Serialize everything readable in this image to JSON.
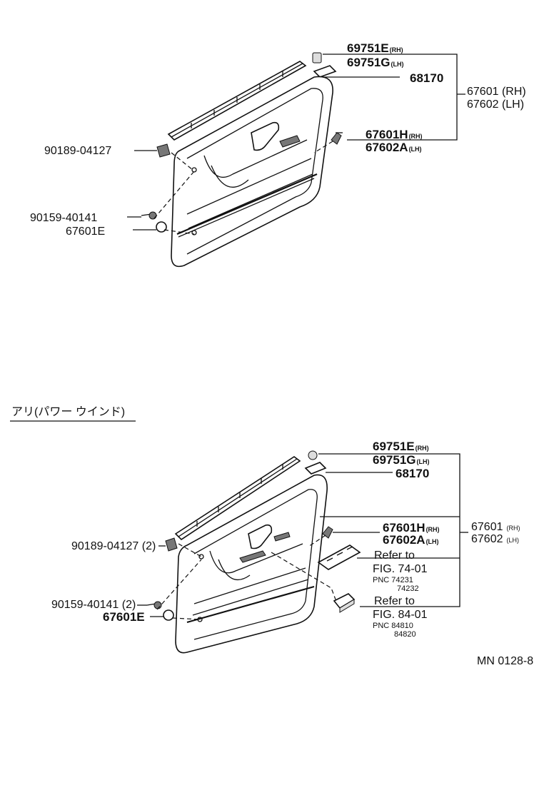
{
  "figure_id": "MN 0128-8",
  "section_title": "アリ(パワー ウインド)",
  "top": {
    "moulding_rh": "69751E",
    "moulding_lh": "69751G",
    "rh_suffix": "(RH)",
    "lh_suffix": "(LH)",
    "weatherstrip": "68170",
    "assy_rh": "67601 (RH)",
    "assy_lh": "67602 (LH)",
    "board_rh": "67601H",
    "board_lh": "67602A",
    "clip": "90189-04127",
    "screw": "90159-40141",
    "cap": "67601E"
  },
  "bottom": {
    "moulding_rh": "69751E",
    "moulding_lh": "69751G",
    "rh_suffix": "(RH)",
    "lh_suffix": "(LH)",
    "weatherstrip": "68170",
    "assy_rh": "67601",
    "assy_lh": "67602",
    "board_rh": "67601H",
    "board_lh": "67602A",
    "clip": "90189-04127 (2)",
    "screw": "90159-40141 (2)",
    "cap": "67601E",
    "ref1_line1": "Refer to",
    "ref1_line2": "FIG. 74-01",
    "ref1_pnc1": "PNC 74231",
    "ref1_pnc2": "74232",
    "ref2_line1": "Refer to",
    "ref2_line2": "FIG. 84-01",
    "ref2_pnc1": "PNC 84810",
    "ref2_pnc2": "84820"
  }
}
